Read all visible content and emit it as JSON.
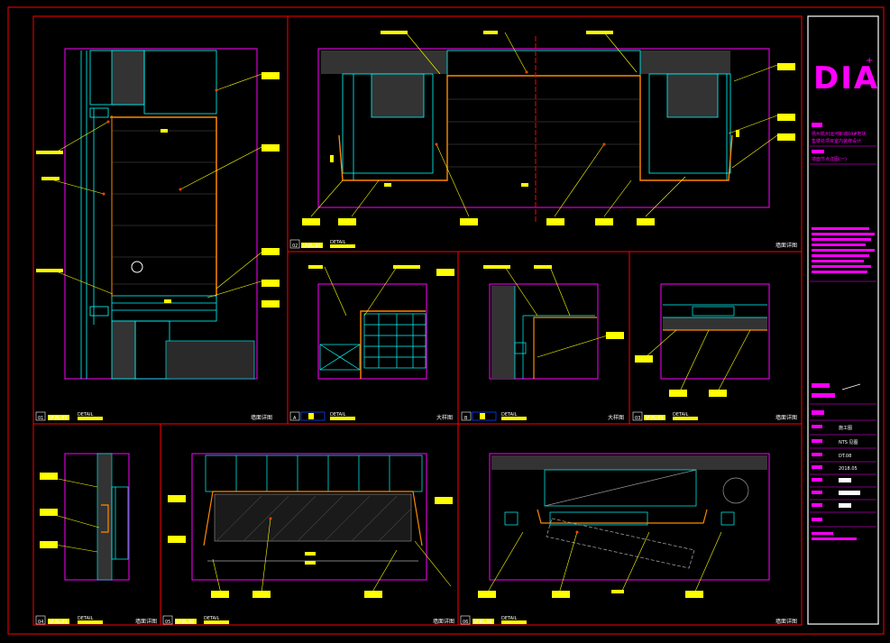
{
  "colors": {
    "background": "#000000",
    "frame": "#ff0000",
    "panel": "#ff00ff",
    "tag": "#ffff00",
    "wall": "#00ffff",
    "leader": "#ffff00",
    "titlebar": "#ffffff"
  },
  "title_block": {
    "logo": "DIA",
    "logo_plus": "+",
    "project_lines": [
      "扬州杭州运河新城04#地块",
      "售楼处项目室内装修设计"
    ],
    "drawing_name": "墙面节点详图(一)",
    "stage": "施工图",
    "scale": "NTS 见图",
    "sheet_no": "DT.08",
    "date": "2018.05"
  },
  "panels": [
    {
      "id": "p01",
      "num": "01",
      "code": "1F.EL.01",
      "label": "DETAIL",
      "title": "墙面详图"
    },
    {
      "id": "p02",
      "num": "02",
      "code": "1F.EL.01",
      "label": "DETAIL",
      "title": "墙面详图"
    },
    {
      "id": "pA",
      "num": "A",
      "code": "",
      "label": "DETAIL",
      "title": "大样图"
    },
    {
      "id": "pB",
      "num": "B",
      "code": "",
      "label": "DETAIL",
      "title": "大样图"
    },
    {
      "id": "p03",
      "num": "03",
      "code": "1F.EL.01",
      "label": "DETAIL",
      "title": "墙面详图"
    },
    {
      "id": "p04",
      "num": "04",
      "code": "1F.EL.01",
      "label": "DETAIL",
      "title": "墙面详图"
    },
    {
      "id": "p05",
      "num": "05",
      "code": "1F.EL.01",
      "label": "DETAIL",
      "title": "墙面详图"
    },
    {
      "id": "p06",
      "num": "06",
      "code": "1F.EL.01",
      "label": "DETAIL",
      "title": "墙面详图"
    }
  ]
}
